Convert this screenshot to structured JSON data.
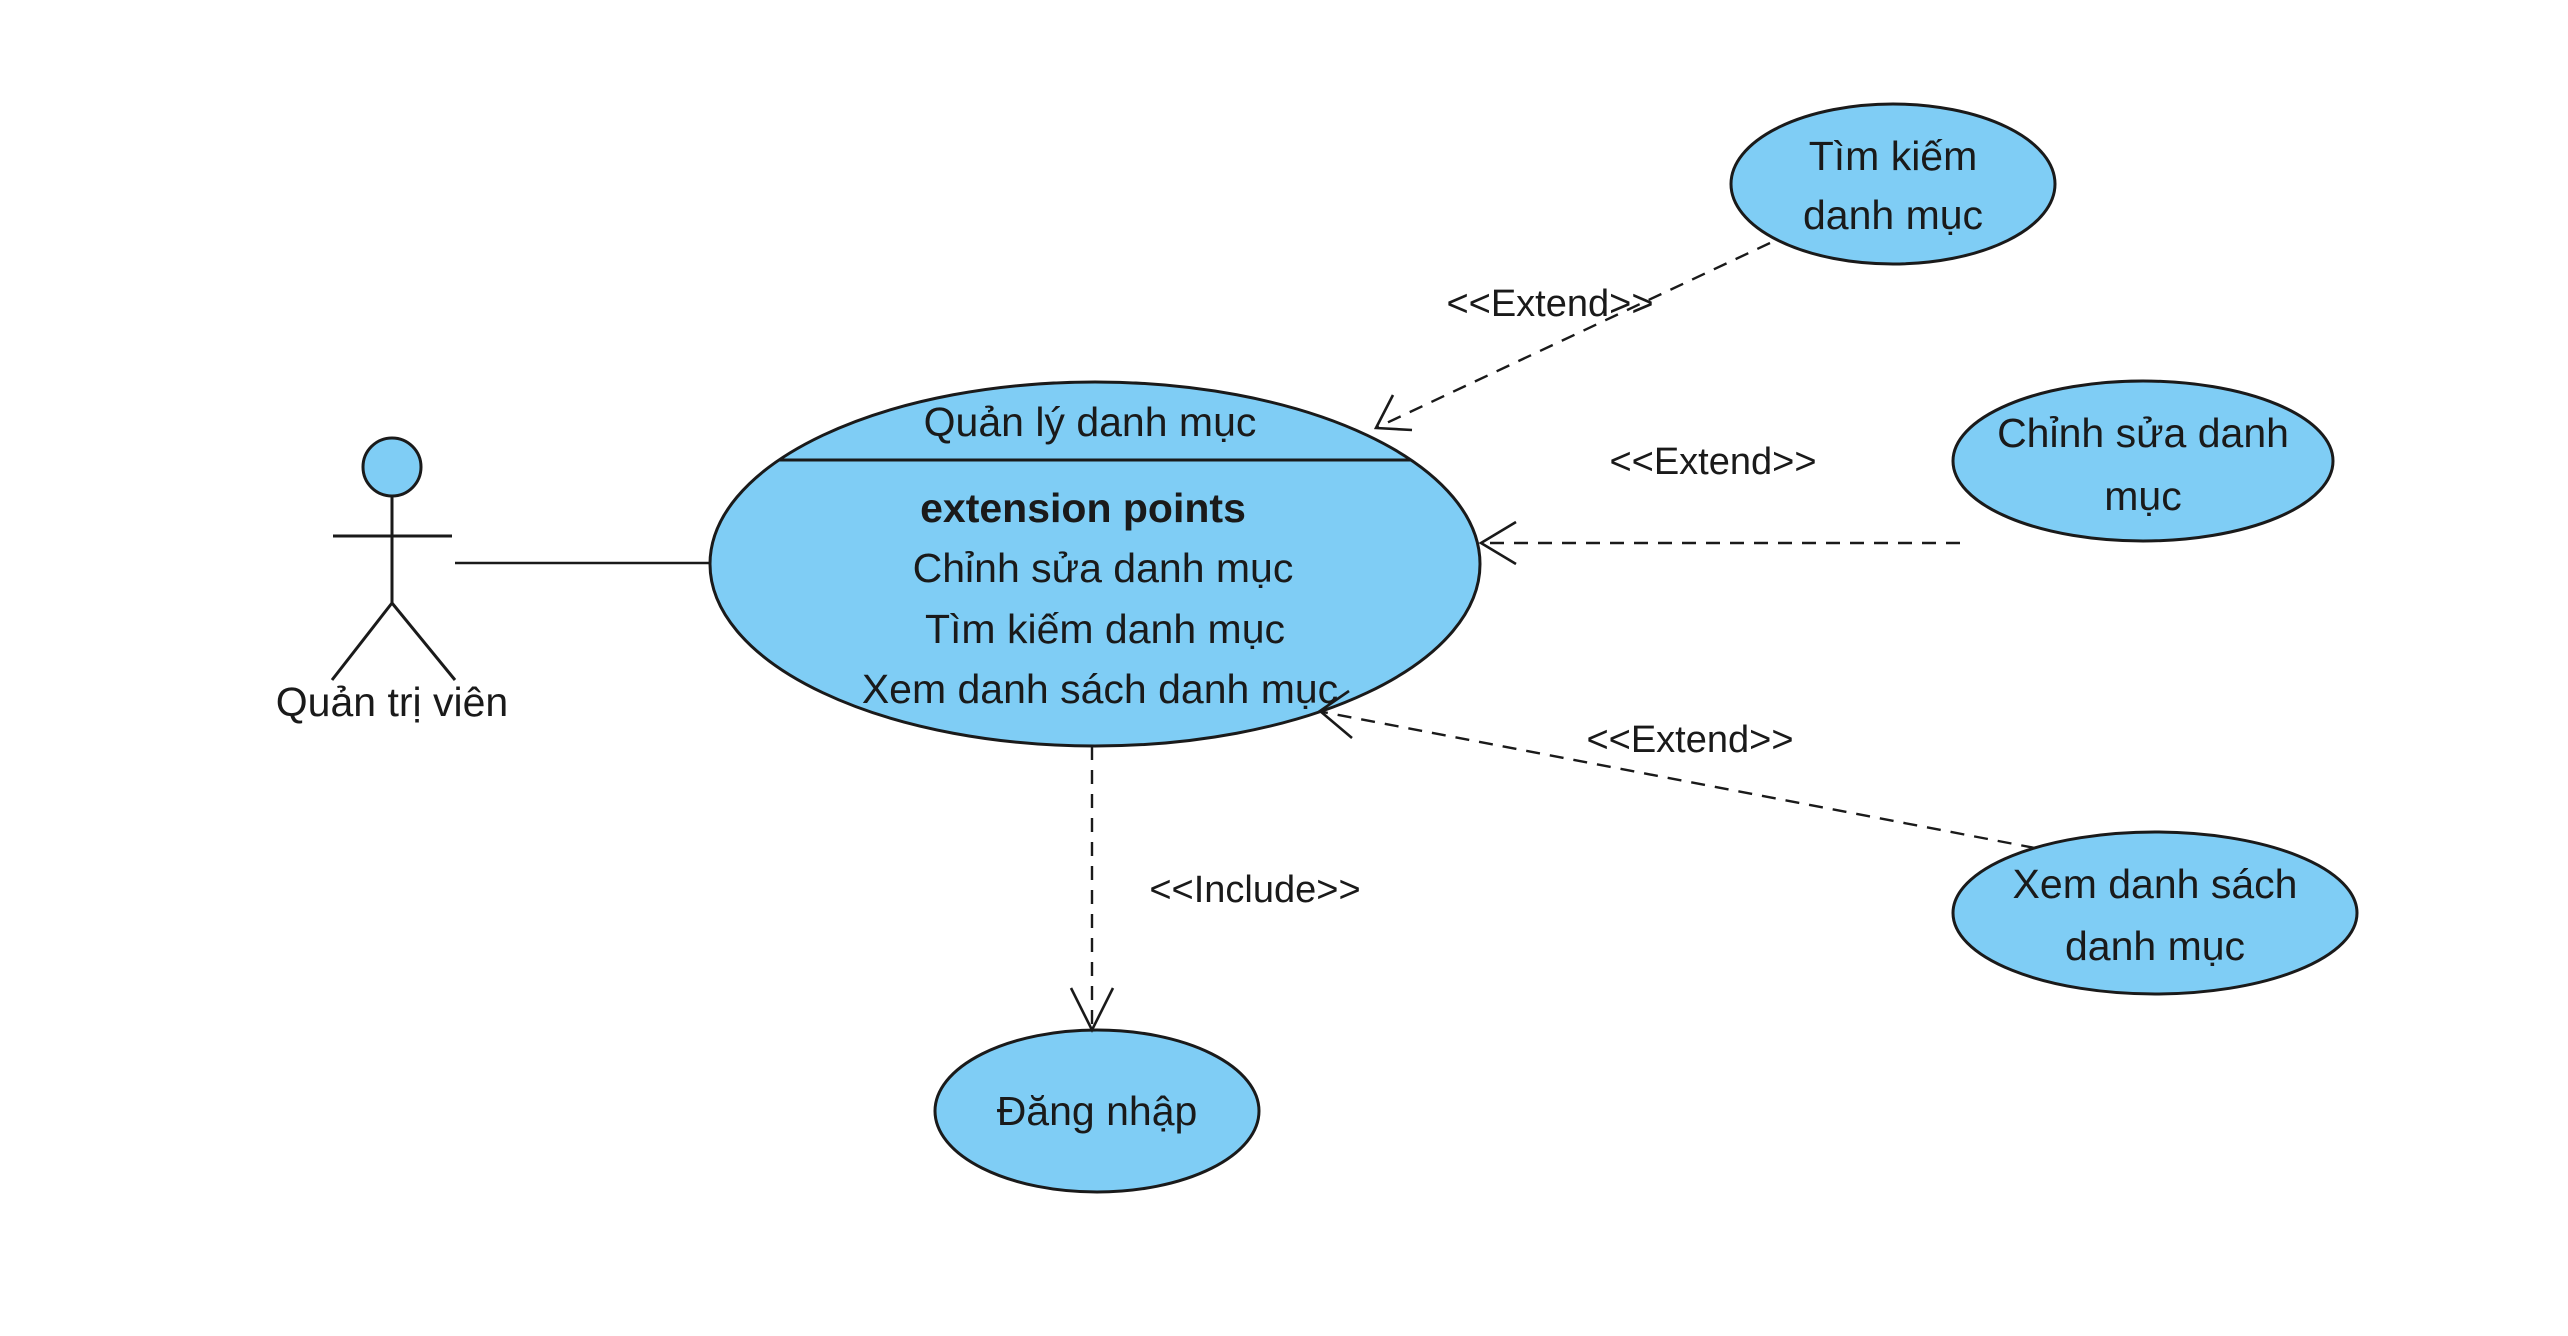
{
  "actor": {
    "name": "Quản trị viên"
  },
  "main_use_case": {
    "name": "Quản lý danh mục",
    "extension_points_title": "extension points",
    "extension_points": [
      "Chỉnh sửa danh mục",
      "Tìm kiếm danh mục",
      "Xem danh sách danh mục"
    ]
  },
  "use_cases": {
    "search": {
      "line1": "Tìm kiếm",
      "line2": "danh mục"
    },
    "edit": {
      "line1": "Chỉnh sửa danh",
      "line2": "mục"
    },
    "list": {
      "line1": "Xem danh sách",
      "line2": "danh mục"
    },
    "login": {
      "name": "Đăng nhập"
    }
  },
  "relations": {
    "extend_search": "<<Extend>>",
    "extend_edit": "<<Extend>>",
    "extend_list": "<<Extend>>",
    "include_login": "<<Include>>"
  },
  "colors": {
    "use_case_fill": "#7fcdf5",
    "stroke": "#1a1a1a"
  }
}
